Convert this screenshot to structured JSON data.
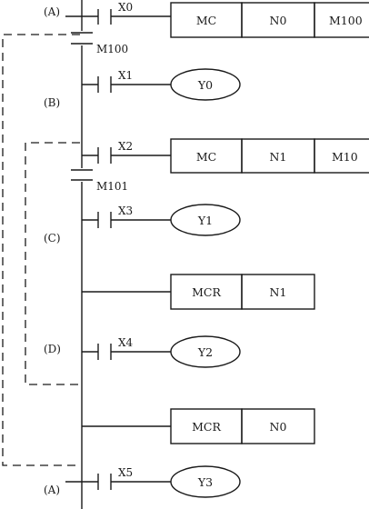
{
  "section_labels": {
    "a_top": "(A)",
    "b": "(B)",
    "c": "(C)",
    "d": "(D)",
    "a_bottom": "(A)"
  },
  "contacts": {
    "x0": "X0",
    "m100": "M100",
    "x1": "X1",
    "x2": "X2",
    "m101": "M101",
    "x3": "X3",
    "x4": "X4",
    "x5": "X5"
  },
  "coils": {
    "y0": "Y0",
    "y1": "Y1",
    "y2": "Y2",
    "y3": "Y3"
  },
  "instructions": {
    "mc_n0": [
      "MC",
      "N0",
      "M100"
    ],
    "mc_n1": [
      "MC",
      "N1",
      "M10"
    ],
    "mcr_n1": [
      "MCR",
      "N1"
    ],
    "mcr_n0": [
      "MCR",
      "N0"
    ]
  }
}
